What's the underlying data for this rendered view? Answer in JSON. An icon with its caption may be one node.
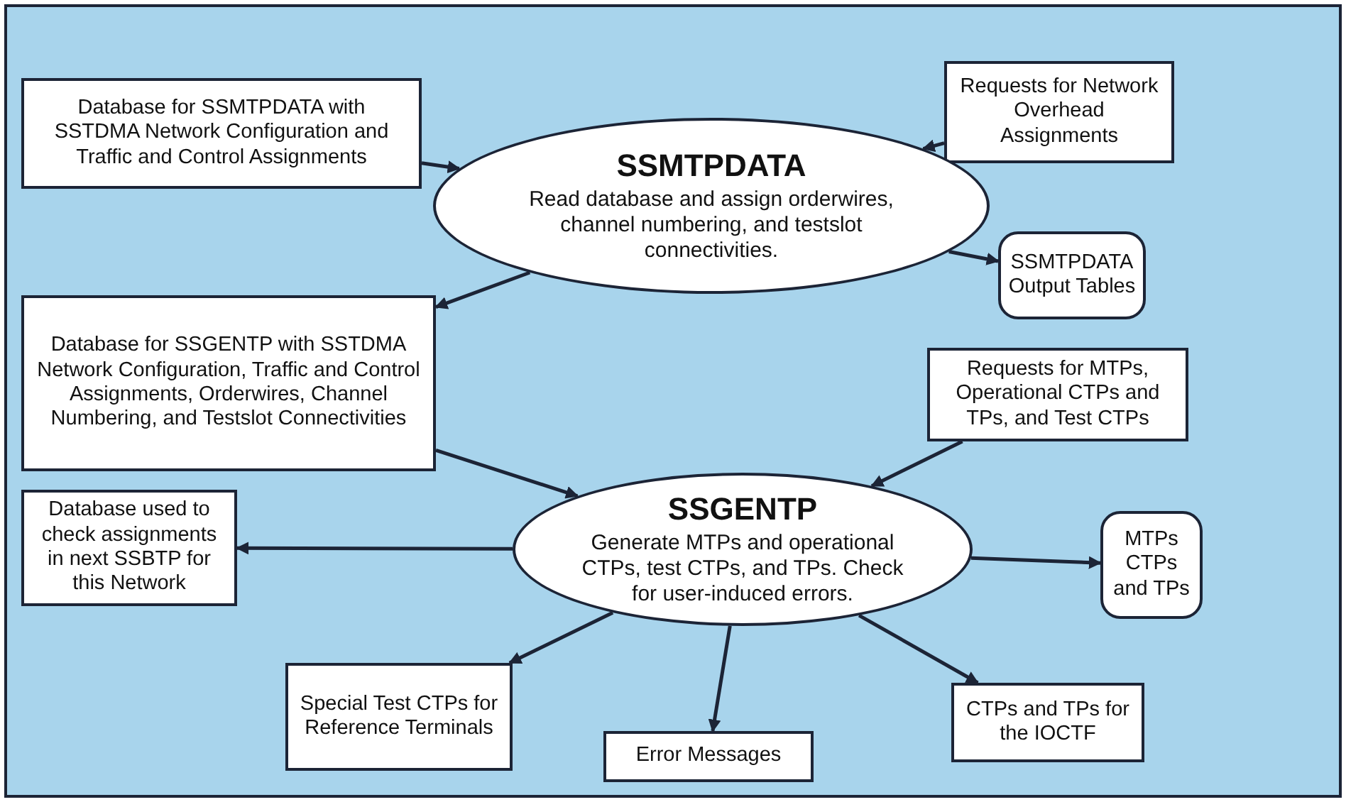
{
  "diagram": {
    "nodes": [
      {
        "text": [
          "Database for SSMTPDATA with SSTDMA Network Configuration and Traffic and Control Assignments"
        ]
      },
      {
        "text": [
          "Requests for Network Overhead Assignments"
        ]
      },
      {
        "text": [
          "SSMTPDATA",
          "Read database and assign orderwires, channel numbering, and testslot connectivities."
        ]
      },
      {
        "text": [
          "SSMTPDATA Output Tables"
        ]
      },
      {
        "text": [
          "Database for SSGENTP with SSTDMA Network Configuration, Traffic and Control Assignments, Orderwires, Channel Numbering, and Testslot Connectivities"
        ]
      },
      {
        "text": [
          "Requests for MTPs, Operational CTPs and TPs, and Test CTPs"
        ]
      },
      {
        "text": [
          "SSGENTP",
          "Generate MTPs and operational CTPs, test CTPs, and TPs. Check for user-induced errors."
        ]
      },
      {
        "text": [
          "Database used to check assignments in next SSBTP for this Network"
        ]
      },
      {
        "text": [
          "MTPs CTPs and TPs"
        ]
      },
      {
        "text": [
          "Special Test CTPs for Reference Terminals"
        ]
      },
      {
        "text": [
          "Error Messages"
        ]
      },
      {
        "text": [
          "CTPs and TPs for the IOCTF"
        ]
      }
    ],
    "edges": [
      {
        "from": 0,
        "to": 2,
        "arrow": "to"
      },
      {
        "from": 1,
        "to": 2,
        "arrow": "to"
      },
      {
        "from": 2,
        "to": 3,
        "arrow": "to"
      },
      {
        "from": 2,
        "to": 4,
        "arrow": "to"
      },
      {
        "from": 4,
        "to": 6,
        "arrow": "to"
      },
      {
        "from": 5,
        "to": 6,
        "arrow": "to"
      },
      {
        "from": 6,
        "to": 7,
        "arrow": "to"
      },
      {
        "from": 6,
        "to": 8,
        "arrow": "to"
      },
      {
        "from": 6,
        "to": 9,
        "arrow": "to"
      },
      {
        "from": 6,
        "to": 10,
        "arrow": "to"
      },
      {
        "from": 6,
        "to": 11,
        "arrow": "to"
      }
    ]
  }
}
